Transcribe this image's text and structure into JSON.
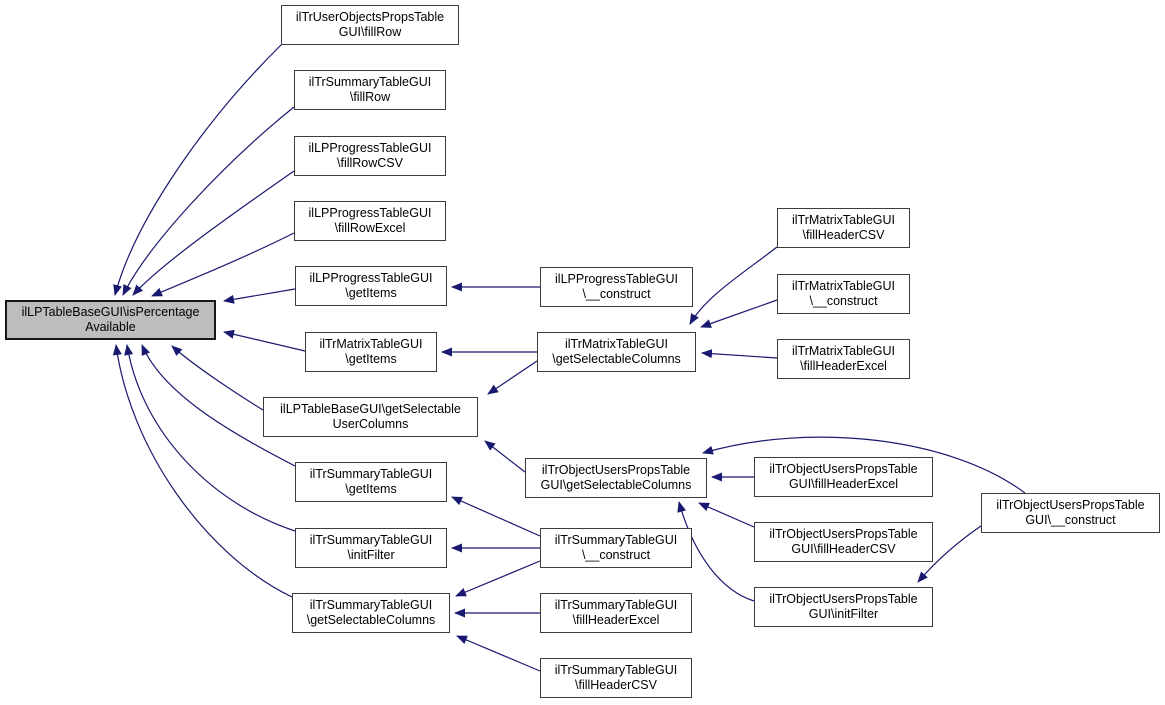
{
  "diagram": {
    "kind": "caller-graph",
    "background_color": "#ffffff",
    "edge_color": "#191970",
    "node_fill": "#ffffff",
    "node_border_color": "#3c3c3c",
    "main_node_fill": "#bdbdbd",
    "main_node_label": "ilLPTableBaseGUI\\isPercentageAvailable"
  },
  "nodes": [
    {
      "line1": "ilLPTableBaseGUI\\isPercentage",
      "line2": "Available"
    },
    {
      "line1": "ilTrUserObjectsPropsTable",
      "line2": "GUI\\fillRow"
    },
    {
      "line1": "ilTrSummaryTableGUI",
      "line2": "\\fillRow"
    },
    {
      "line1": "ilLPProgressTableGUI",
      "line2": "\\fillRowCSV"
    },
    {
      "line1": "ilLPProgressTableGUI",
      "line2": "\\fillRowExcel"
    },
    {
      "line1": "ilLPProgressTableGUI",
      "line2": "\\getItems"
    },
    {
      "line1": "ilTrMatrixTableGUI",
      "line2": "\\getItems"
    },
    {
      "line1": "ilLPTableBaseGUI\\getSelectable",
      "line2": "UserColumns"
    },
    {
      "line1": "ilTrSummaryTableGUI",
      "line2": "\\getItems"
    },
    {
      "line1": "ilTrSummaryTableGUI",
      "line2": "\\initFilter"
    },
    {
      "line1": "ilTrSummaryTableGUI",
      "line2": "\\getSelectableColumns"
    },
    {
      "line1": "ilLPProgressTableGUI",
      "line2": "\\__construct"
    },
    {
      "line1": "ilTrMatrixTableGUI",
      "line2": "\\getSelectableColumns"
    },
    {
      "line1": "ilTrObjectUsersPropsTable",
      "line2": "GUI\\getSelectableColumns"
    },
    {
      "line1": "ilTrSummaryTableGUI",
      "line2": "\\__construct"
    },
    {
      "line1": "ilTrSummaryTableGUI",
      "line2": "\\fillHeaderExcel"
    },
    {
      "line1": "ilTrSummaryTableGUI",
      "line2": "\\fillHeaderCSV"
    },
    {
      "line1": "ilTrMatrixTableGUI",
      "line2": "\\fillHeaderCSV"
    },
    {
      "line1": "ilTrMatrixTableGUI",
      "line2": "\\__construct"
    },
    {
      "line1": "ilTrMatrixTableGUI",
      "line2": "\\fillHeaderExcel"
    },
    {
      "line1": "ilTrObjectUsersPropsTable",
      "line2": "GUI\\fillHeaderExcel"
    },
    {
      "line1": "ilTrObjectUsersPropsTable",
      "line2": "GUI\\fillHeaderCSV"
    },
    {
      "line1": "ilTrObjectUsersPropsTable",
      "line2": "GUI\\initFilter"
    },
    {
      "line1": "ilTrObjectUsersPropsTable",
      "line2": "GUI\\__construct"
    }
  ],
  "edges": [
    {
      "from": "ilTrUserObjectsPropsTableGUI\\fillRow",
      "to": "ilLPTableBaseGUI\\isPercentageAvailable"
    },
    {
      "from": "ilTrSummaryTableGUI\\fillRow",
      "to": "ilLPTableBaseGUI\\isPercentageAvailable"
    },
    {
      "from": "ilLPProgressTableGUI\\fillRowCSV",
      "to": "ilLPTableBaseGUI\\isPercentageAvailable"
    },
    {
      "from": "ilLPProgressTableGUI\\fillRowExcel",
      "to": "ilLPTableBaseGUI\\isPercentageAvailable"
    },
    {
      "from": "ilLPProgressTableGUI\\getItems",
      "to": "ilLPTableBaseGUI\\isPercentageAvailable"
    },
    {
      "from": "ilTrMatrixTableGUI\\getItems",
      "to": "ilLPTableBaseGUI\\isPercentageAvailable"
    },
    {
      "from": "ilLPTableBaseGUI\\getSelectableUserColumns",
      "to": "ilLPTableBaseGUI\\isPercentageAvailable"
    },
    {
      "from": "ilTrSummaryTableGUI\\getItems",
      "to": "ilLPTableBaseGUI\\isPercentageAvailable"
    },
    {
      "from": "ilTrSummaryTableGUI\\initFilter",
      "to": "ilLPTableBaseGUI\\isPercentageAvailable"
    },
    {
      "from": "ilTrSummaryTableGUI\\getSelectableColumns",
      "to": "ilLPTableBaseGUI\\isPercentageAvailable"
    },
    {
      "from": "ilLPProgressTableGUI\\__construct",
      "to": "ilLPProgressTableGUI\\getItems"
    },
    {
      "from": "ilTrMatrixTableGUI\\getSelectableColumns",
      "to": "ilTrMatrixTableGUI\\getItems"
    },
    {
      "from": "ilTrMatrixTableGUI\\getSelectableColumns",
      "to": "ilLPTableBaseGUI\\getSelectableUserColumns"
    },
    {
      "from": "ilTrObjectUsersPropsTableGUI\\getSelectableColumns",
      "to": "ilLPTableBaseGUI\\getSelectableUserColumns"
    },
    {
      "from": "ilTrSummaryTableGUI\\__construct",
      "to": "ilTrSummaryTableGUI\\getItems"
    },
    {
      "from": "ilTrSummaryTableGUI\\__construct",
      "to": "ilTrSummaryTableGUI\\initFilter"
    },
    {
      "from": "ilTrSummaryTableGUI\\__construct",
      "to": "ilTrSummaryTableGUI\\getSelectableColumns"
    },
    {
      "from": "ilTrSummaryTableGUI\\fillHeaderExcel",
      "to": "ilTrSummaryTableGUI\\getSelectableColumns"
    },
    {
      "from": "ilTrSummaryTableGUI\\fillHeaderCSV",
      "to": "ilTrSummaryTableGUI\\getSelectableColumns"
    },
    {
      "from": "ilTrMatrixTableGUI\\fillHeaderCSV",
      "to": "ilTrMatrixTableGUI\\getSelectableColumns"
    },
    {
      "from": "ilTrMatrixTableGUI\\__construct",
      "to": "ilTrMatrixTableGUI\\getSelectableColumns"
    },
    {
      "from": "ilTrMatrixTableGUI\\fillHeaderExcel",
      "to": "ilTrMatrixTableGUI\\getSelectableColumns"
    },
    {
      "from": "ilTrObjectUsersPropsTableGUI\\fillHeaderExcel",
      "to": "ilTrObjectUsersPropsTableGUI\\getSelectableColumns"
    },
    {
      "from": "ilTrObjectUsersPropsTableGUI\\fillHeaderCSV",
      "to": "ilTrObjectUsersPropsTableGUI\\getSelectableColumns"
    },
    {
      "from": "ilTrObjectUsersPropsTableGUI\\initFilter",
      "to": "ilTrObjectUsersPropsTableGUI\\getSelectableColumns"
    },
    {
      "from": "ilTrObjectUsersPropsTableGUI\\__construct",
      "to": "ilTrObjectUsersPropsTableGUI\\getSelectableColumns"
    },
    {
      "from": "ilTrObjectUsersPropsTableGUI\\__construct",
      "to": "ilTrObjectUsersPropsTableGUI\\initFilter"
    }
  ]
}
